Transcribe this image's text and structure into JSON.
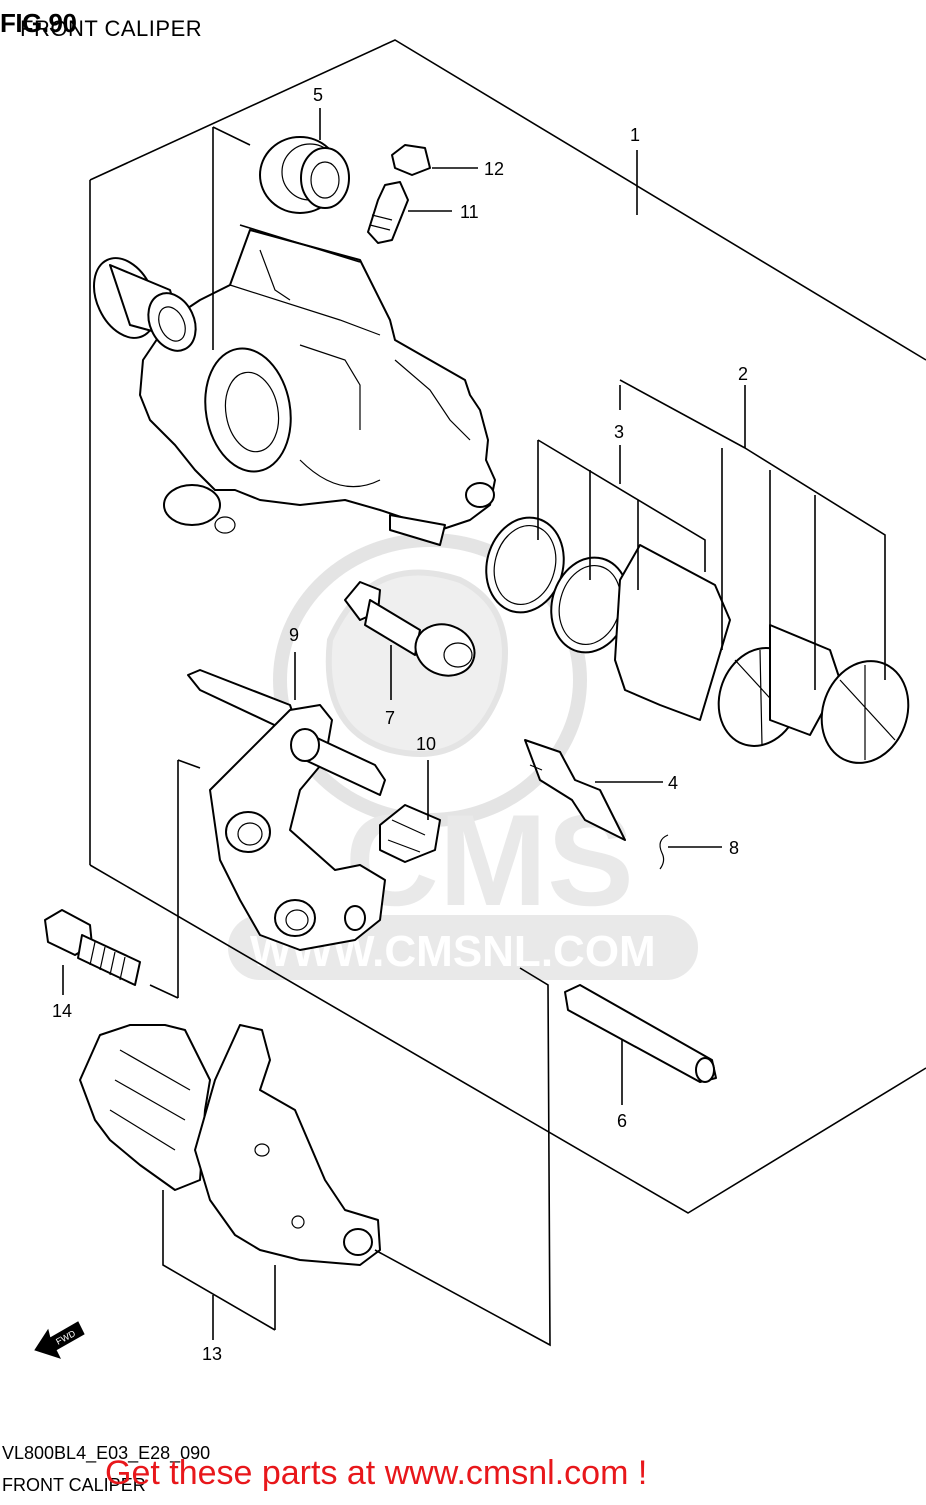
{
  "header": {
    "fig": "FIG.90",
    "title": "FRONT CALIPER"
  },
  "watermark": {
    "text": "WWW.CMSNL.COM",
    "logo": "CMS"
  },
  "fwd_label": "FWD",
  "parts": [
    {
      "no": "1"
    },
    {
      "no": "2"
    },
    {
      "no": "3"
    },
    {
      "no": "4"
    },
    {
      "no": "5"
    },
    {
      "no": "6"
    },
    {
      "no": "7"
    },
    {
      "no": "8"
    },
    {
      "no": "9"
    },
    {
      "no": "10"
    },
    {
      "no": "11"
    },
    {
      "no": "12"
    },
    {
      "no": "13"
    },
    {
      "no": "14"
    }
  ],
  "footer": {
    "code": "VL800BL4_E03_E28_090",
    "title": "FRONT CALIPER",
    "promo": "Get these parts at www.cmsnl.com !"
  },
  "colors": {
    "promo": "#e8171b",
    "watermark": "#d6d6d6",
    "line": "#000000"
  }
}
